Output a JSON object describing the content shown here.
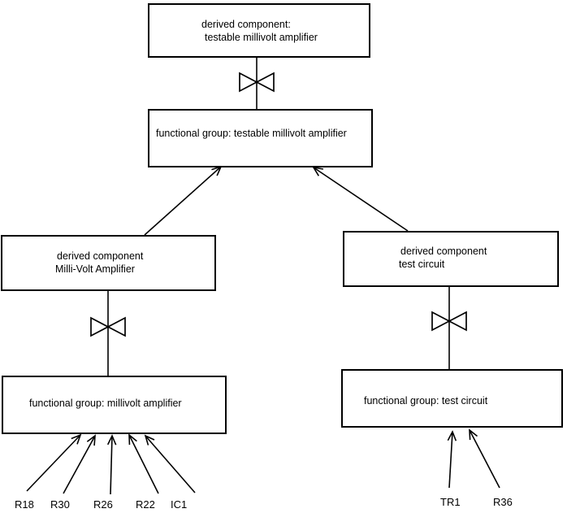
{
  "colors": {
    "background": "#ffffff",
    "line": "#000000",
    "text": "#000000"
  },
  "nodes": {
    "derived_testable": {
      "line1": "derived component:",
      "line2": "testable millivolt amplifier"
    },
    "functional_testable": {
      "label": "functional group: testable millivolt amplifier"
    },
    "derived_millivolt": {
      "line1": "derived component",
      "line2": "Milli-Volt Amplifier"
    },
    "derived_test": {
      "line1": "derived component",
      "line2": "test circuit"
    },
    "functional_millivolt": {
      "label": "functional group: millivolt amplifier"
    },
    "functional_test": {
      "label": "functional group: test circuit"
    }
  },
  "components": {
    "left": [
      "R18",
      "R30",
      "R26",
      "R22",
      "IC1"
    ],
    "right": [
      "TR1",
      "R36"
    ]
  }
}
